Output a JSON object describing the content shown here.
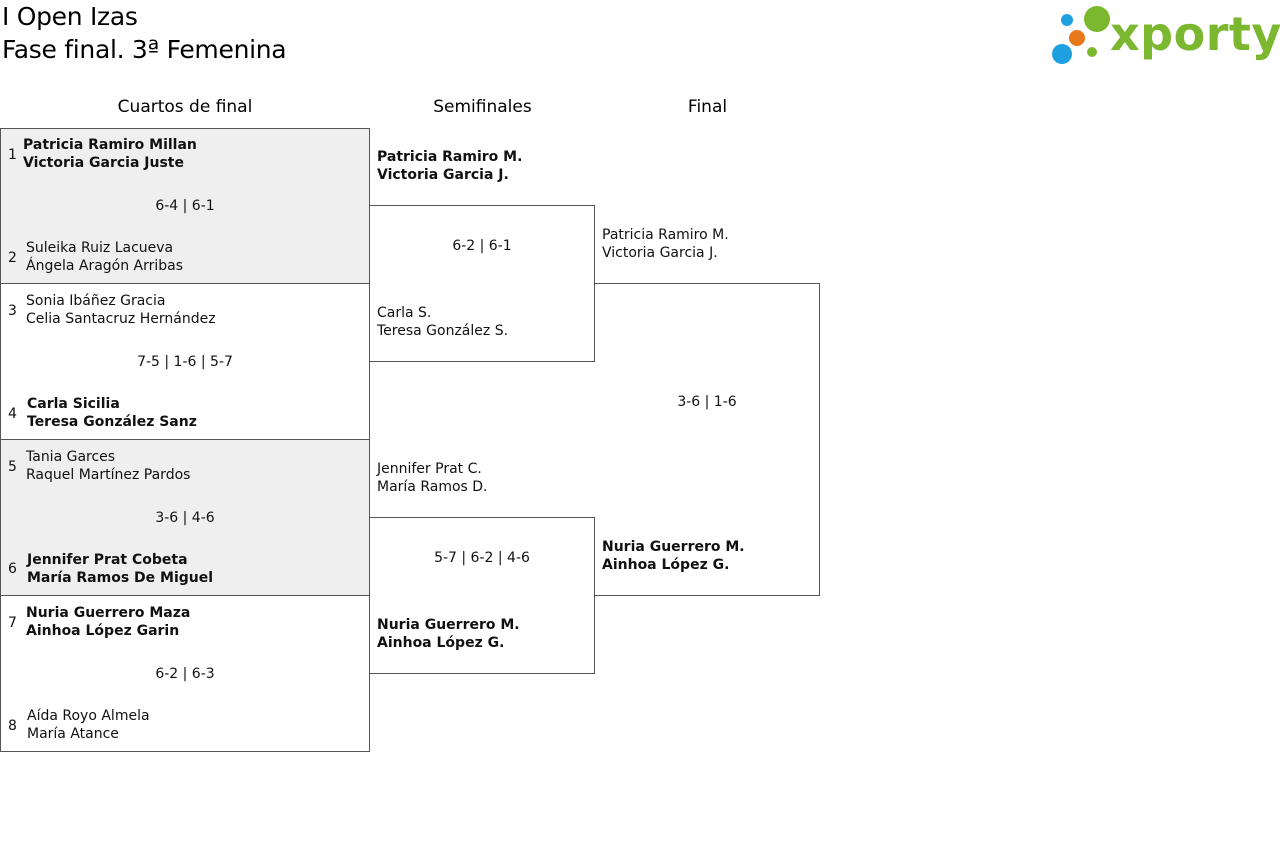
{
  "header": {
    "line1": "I Open Izas",
    "line2": "Fase final. 3ª Femenina"
  },
  "logo": {
    "text": "xporty",
    "colors": {
      "green": "#7cb82f",
      "blue": "#1ea0e0",
      "orange": "#e8761b"
    }
  },
  "rounds": {
    "quarterfinals": "Cuartos de final",
    "semifinals": "Semifinales",
    "final": "Final"
  },
  "quarterfinals": [
    {
      "score": "6-4 | 6-1",
      "top": {
        "seed": "1",
        "p1": "Patricia Ramiro Millan",
        "p2": "Victoria Garcia Juste",
        "winner": true
      },
      "bottom": {
        "seed": "2",
        "p1": "Suleika Ruiz Lacueva",
        "p2": "Ángela Aragón Arribas",
        "winner": false
      }
    },
    {
      "score": "7-5 | 1-6 | 5-7",
      "top": {
        "seed": "3",
        "p1": "Sonia Ibáñez Gracia",
        "p2": "Celia Santacruz Hernández",
        "winner": false
      },
      "bottom": {
        "seed": "4",
        "p1": "Carla Sicilia",
        "p2": "Teresa González Sanz",
        "winner": true
      }
    },
    {
      "score": "3-6 | 4-6",
      "top": {
        "seed": "5",
        "p1": "Tania Garces",
        "p2": "Raquel Martínez Pardos",
        "winner": false
      },
      "bottom": {
        "seed": "6",
        "p1": "Jennifer Prat Cobeta",
        "p2": "María Ramos De Miguel",
        "winner": true
      }
    },
    {
      "score": "6-2 | 6-3",
      "top": {
        "seed": "7",
        "p1": "Nuria Guerrero Maza",
        "p2": "Ainhoa López Garin",
        "winner": true
      },
      "bottom": {
        "seed": "8",
        "p1": "Aída Royo Almela",
        "p2": "María Atance",
        "winner": false
      }
    }
  ],
  "semifinals": [
    {
      "score": "6-2 | 6-1",
      "top": {
        "p1": "Patricia Ramiro M.",
        "p2": "Victoria Garcia J.",
        "winner": true
      },
      "bottom": {
        "p1": "Carla S.",
        "p2": "Teresa González S.",
        "winner": false
      }
    },
    {
      "score": "5-7 | 6-2 | 4-6",
      "top": {
        "p1": "Jennifer Prat C.",
        "p2": "María Ramos D.",
        "winner": false
      },
      "bottom": {
        "p1": "Nuria Guerrero M.",
        "p2": "Ainhoa López G.",
        "winner": true
      }
    }
  ],
  "final": {
    "score": "3-6 | 1-6",
    "top": {
      "p1": "Patricia Ramiro M.",
      "p2": "Victoria Garcia J.",
      "winner": false
    },
    "bottom": {
      "p1": "Nuria Guerrero M.",
      "p2": "Ainhoa López G.",
      "winner": true
    }
  }
}
